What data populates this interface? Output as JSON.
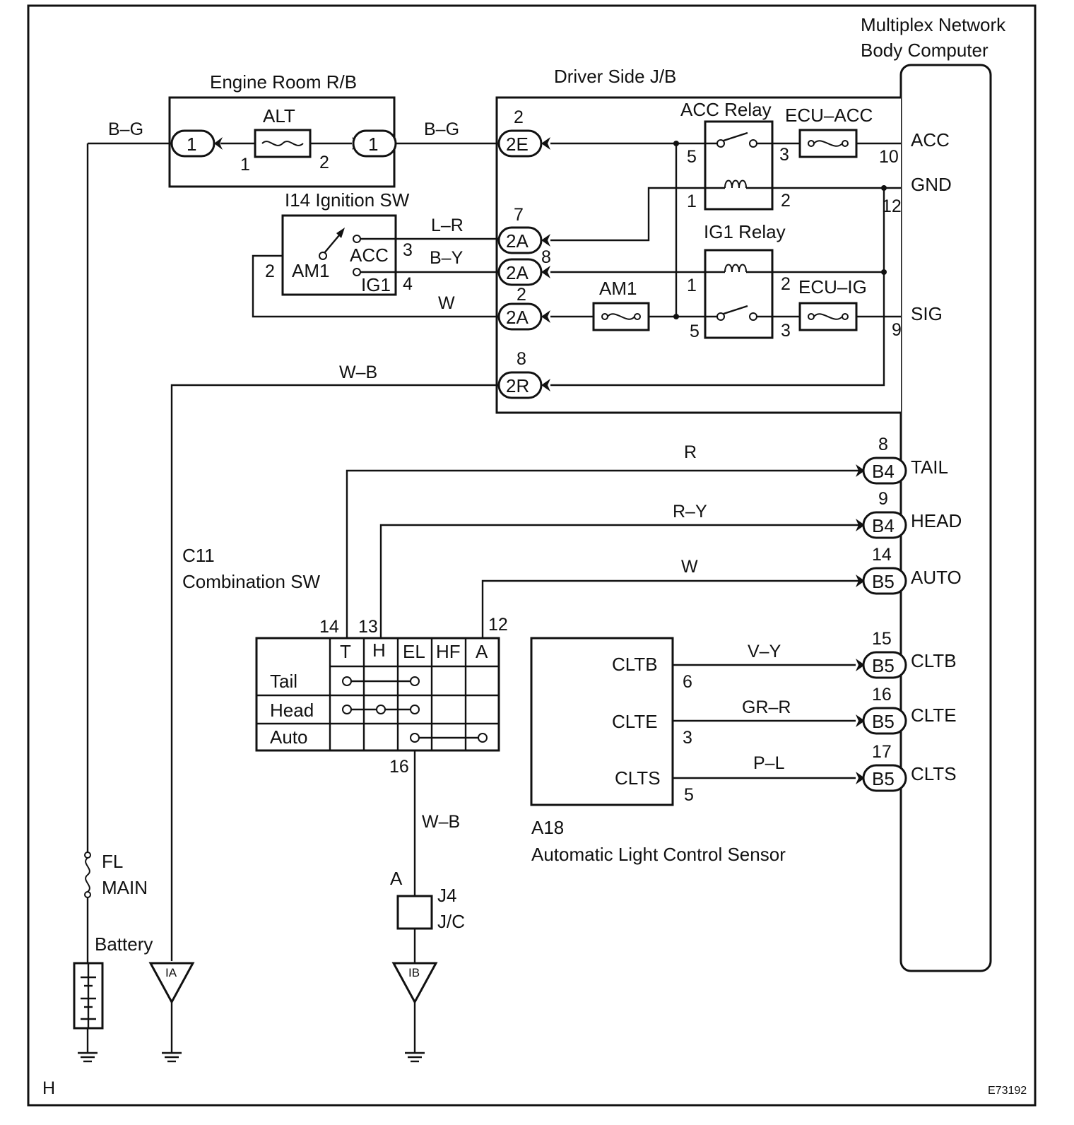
{
  "labels": {
    "body_computer": [
      "Multiplex Network",
      "Body Computer"
    ],
    "engine_rb": "Engine Room R/B",
    "driver_jb": "Driver Side J/B",
    "acc_relay": "ACC Relay",
    "ig1_relay": "IG1 Relay",
    "ignition_sw": "I14 Ignition SW",
    "combination_sw": [
      "C11",
      "Combination SW"
    ],
    "light_sensor": [
      "A18",
      "Automatic Light Control Sensor"
    ],
    "jc": [
      "J4",
      "J/C"
    ],
    "jc_pin": "A",
    "fl_main": [
      "FL",
      "MAIN"
    ],
    "battery": "Battery",
    "sheet_letter": "H",
    "figure_id": "E73192"
  },
  "fuses": {
    "alt": "ALT",
    "ecu_acc": "ECU–ACC",
    "am1": "AM1",
    "ecu_ig": "ECU–IG"
  },
  "ecu_terminals": {
    "acc": "ACC",
    "gnd": "GND",
    "sig": "SIG",
    "tail": "TAIL",
    "head": "HEAD",
    "auto": "AUTO",
    "cltb": "CLTB",
    "clte": "CLTE",
    "clts": "CLTS"
  },
  "ignition_switch": {
    "pins": [
      "AM1",
      "ACC",
      "IG1"
    ],
    "pin_numbers": [
      "2",
      "3",
      "4"
    ]
  },
  "sensor_terminals": [
    "CLTB",
    "CLTE",
    "CLTS"
  ],
  "wire_colors": {
    "bg_left": "B–G",
    "bg_right": "B–G",
    "lr": "L–R",
    "by": "B–Y",
    "w_am1": "W",
    "wb_top": "W–B",
    "r": "R",
    "ry": "R–Y",
    "w_auto": "W",
    "vy": "V–Y",
    "grr": "GR–R",
    "pl": "P–L",
    "wb_bottom": "W–B"
  },
  "connectors": {
    "alt_in": "1",
    "alt_out": "1",
    "e2": "2E",
    "a7": "2A",
    "a8": "2A",
    "a2": "2A",
    "r8": "2R",
    "tail": "B4",
    "head": "B4",
    "auto": "B5",
    "cltb": "B5",
    "clte": "B5",
    "clts": "B5"
  },
  "pin_numbers": {
    "alt_left": "1",
    "alt_right": "2",
    "e2": "2",
    "a7": "7",
    "a8": "8",
    "a2": "2",
    "r8": "8",
    "accrelay_5": "5",
    "accrelay_3": "3",
    "accrelay_1": "1",
    "accrelay_2": "2",
    "ecu_acc": "10",
    "ecu_gnd": "12",
    "ig1relay_1": "1",
    "ig1relay_2": "2",
    "ig1relay_5": "5",
    "ig1relay_3": "3",
    "ecu_sig": "9",
    "tail": "8",
    "head": "9",
    "auto": "14",
    "cltb": "15",
    "clte": "16",
    "clts": "17",
    "combo_t": "14",
    "combo_h": "13",
    "combo_a": "12",
    "combo_gnd": "16",
    "sensor_cltb": "6",
    "sensor_clte": "3",
    "sensor_clts": "5"
  },
  "combo_table": {
    "columns": [
      "T",
      "H",
      "EL",
      "HF",
      "A"
    ],
    "rows": [
      "Tail",
      "Head",
      "Auto"
    ]
  },
  "grounds": [
    "IA",
    "IB"
  ]
}
